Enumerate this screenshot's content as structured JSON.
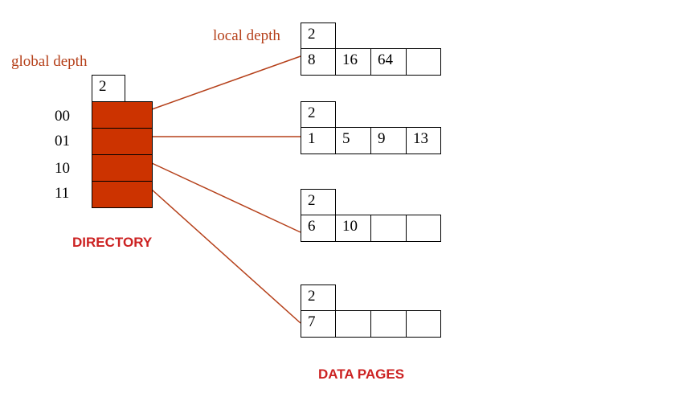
{
  "labels": {
    "global_depth": "global depth",
    "local_depth": "local depth",
    "directory": "DIRECTORY",
    "data_pages": "DATA PAGES"
  },
  "directory": {
    "global_depth": "2",
    "entries": [
      {
        "label": "00"
      },
      {
        "label": "01"
      },
      {
        "label": "10"
      },
      {
        "label": "11"
      }
    ]
  },
  "pages": [
    {
      "local_depth": "2",
      "slots": [
        "8",
        "16",
        "64",
        ""
      ]
    },
    {
      "local_depth": "2",
      "slots": [
        "1",
        "5",
        "9",
        "13"
      ]
    },
    {
      "local_depth": "2",
      "slots": [
        "6",
        "10",
        "",
        ""
      ]
    },
    {
      "local_depth": "2",
      "slots": [
        "7",
        "",
        "",
        ""
      ]
    }
  ],
  "colors": {
    "directory_fill": "#cc3300",
    "pointer_line": "#b5401a",
    "label_text": "#b5401a",
    "caption_text": "#cc2222"
  }
}
